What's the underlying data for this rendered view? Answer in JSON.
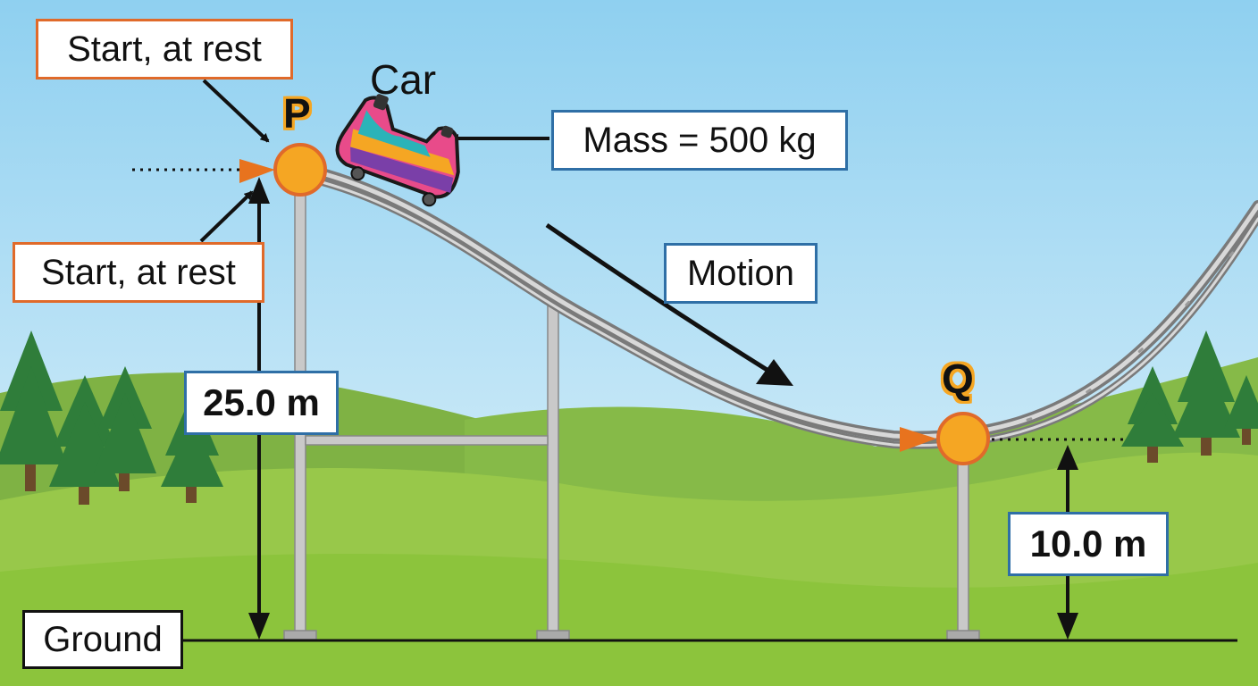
{
  "labels": {
    "start_top": "Start, at rest",
    "start_left": "Start, at rest",
    "car": "Car",
    "mass": "Mass = 500 kg",
    "motion": "Motion",
    "height_p": "25.0 m",
    "height_q": "10.0 m",
    "ground": "Ground",
    "point_p": "P",
    "point_q": "Q"
  },
  "colors": {
    "sky_top": "#8fd0f0",
    "sky_bottom": "#dff2fb",
    "grass": "#8cc43c",
    "point_fill": "#f5a623",
    "point_stroke": "#e06a2a",
    "track": "#8a8a8a",
    "label_border_orange": "#e06a2a",
    "label_border_blue": "#2f6fa6"
  },
  "icons": [
    "roller-coaster-car-icon",
    "pine-tree-icon",
    "arrow-icon"
  ]
}
